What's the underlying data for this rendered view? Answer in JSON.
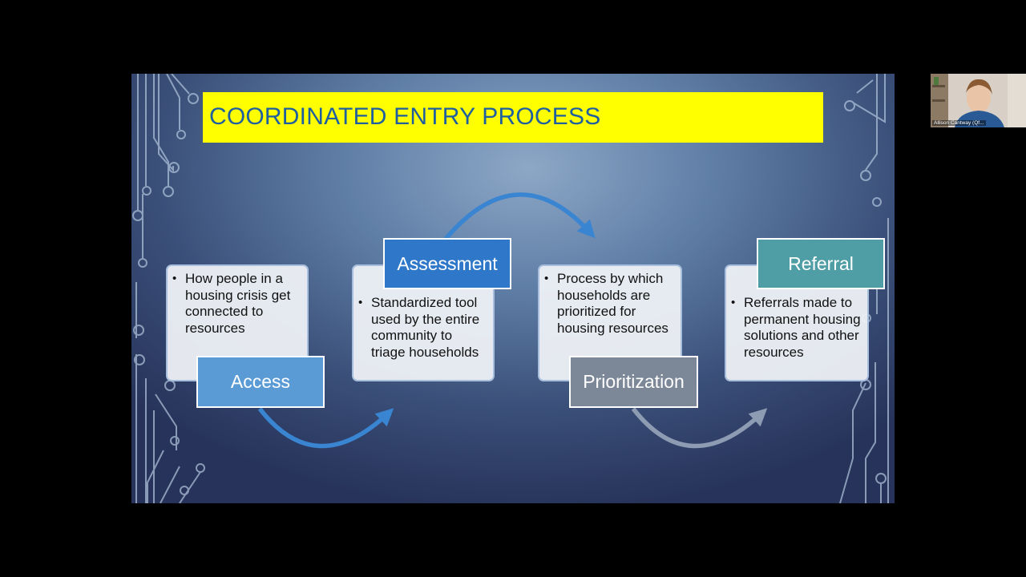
{
  "slide": {
    "title": "COORDINATED ENTRY PROCESS",
    "steps": [
      {
        "label": "Access",
        "description": "How people in a housing crisis get connected to resources",
        "color": "#5b9bd5"
      },
      {
        "label": "Assessment",
        "description": "Standardized tool used by the entire community to triage households",
        "color": "#2f78c9"
      },
      {
        "label": "Prioritization",
        "description": "Process by which households are prioritized for housing resources",
        "color": "#7c8897"
      },
      {
        "label": "Referral",
        "description": "Referrals made to permanent housing solutions and other resources",
        "color": "#4f9ea5"
      }
    ],
    "title_bar_color": "#ffff00",
    "title_text_color": "#1f5fa0"
  },
  "webcam": {
    "participant_name": "Allison Cantway (Qf..."
  }
}
